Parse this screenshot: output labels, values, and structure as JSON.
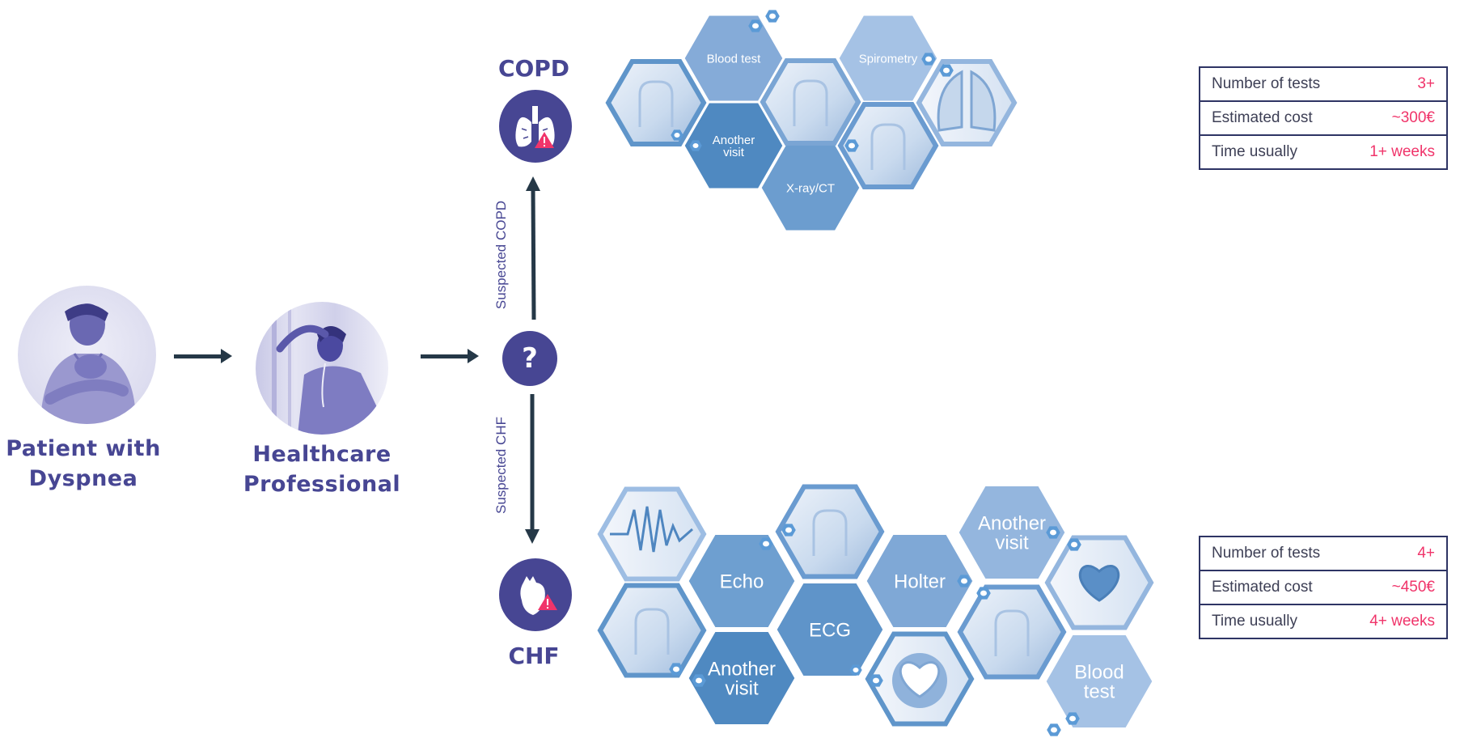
{
  "flow": {
    "patient": {
      "label_line1": "Patient with",
      "label_line2": "Dyspnea",
      "image": "coughing-man-photo"
    },
    "professional": {
      "label_line1": "Healthcare",
      "label_line2": "Professional",
      "image": "nurse-photo"
    },
    "decision": {
      "symbol": "?"
    },
    "branch_up_label": "Suspected COPD",
    "branch_down_label": "Suspected CHF"
  },
  "copd": {
    "title": "COPD",
    "icon": "lungs-warning-icon",
    "tests": [
      {
        "label": "Blood test",
        "type": "text"
      },
      {
        "label": "Another visit",
        "type": "text"
      },
      {
        "label": "X-ray/CT",
        "type": "text"
      },
      {
        "label": "Spirometry",
        "type": "text"
      },
      {
        "label": "doctor-tablet-photo",
        "type": "image"
      },
      {
        "label": "lab-vials-photo",
        "type": "image"
      },
      {
        "label": "ct-scanner-photo",
        "type": "image"
      },
      {
        "label": "chest-xray-photo",
        "type": "image"
      }
    ],
    "summary": [
      {
        "label": "Number of tests",
        "value": "3+"
      },
      {
        "label": "Estimated cost",
        "value": "~300€"
      },
      {
        "label": "Time usually",
        "value": "1+ weeks"
      }
    ]
  },
  "chf": {
    "title": "CHF",
    "icon": "heart-warning-icon",
    "tests": [
      {
        "label": "Echo",
        "type": "text"
      },
      {
        "label": "Another visit",
        "type": "text"
      },
      {
        "label": "ECG",
        "type": "text"
      },
      {
        "label": "Holter",
        "type": "text"
      },
      {
        "label": "Another visit",
        "type": "text"
      },
      {
        "label": "Blood test",
        "type": "text"
      },
      {
        "label": "ecg-wave-photo",
        "type": "image"
      },
      {
        "label": "doctor-desk-photo",
        "type": "image"
      },
      {
        "label": "test-tube-photo",
        "type": "image"
      },
      {
        "label": "heart-bubble-photo",
        "type": "image"
      },
      {
        "label": "lab-blur-photo",
        "type": "image"
      },
      {
        "label": "bandaged-heart-photo",
        "type": "image"
      }
    ],
    "summary": [
      {
        "label": "Number of tests",
        "value": "4+"
      },
      {
        "label": "Estimated cost",
        "value": "~450€"
      },
      {
        "label": "Time usually",
        "value": "4+ weeks"
      }
    ]
  },
  "colors": {
    "primary": "#474693",
    "arrow": "#253847",
    "accent": "#f0346a",
    "hex_dark": "#5189c2",
    "hex_mid": "#6c9dcf",
    "hex_light": "#8fb2db",
    "hex_pale": "#a6c2e4"
  }
}
